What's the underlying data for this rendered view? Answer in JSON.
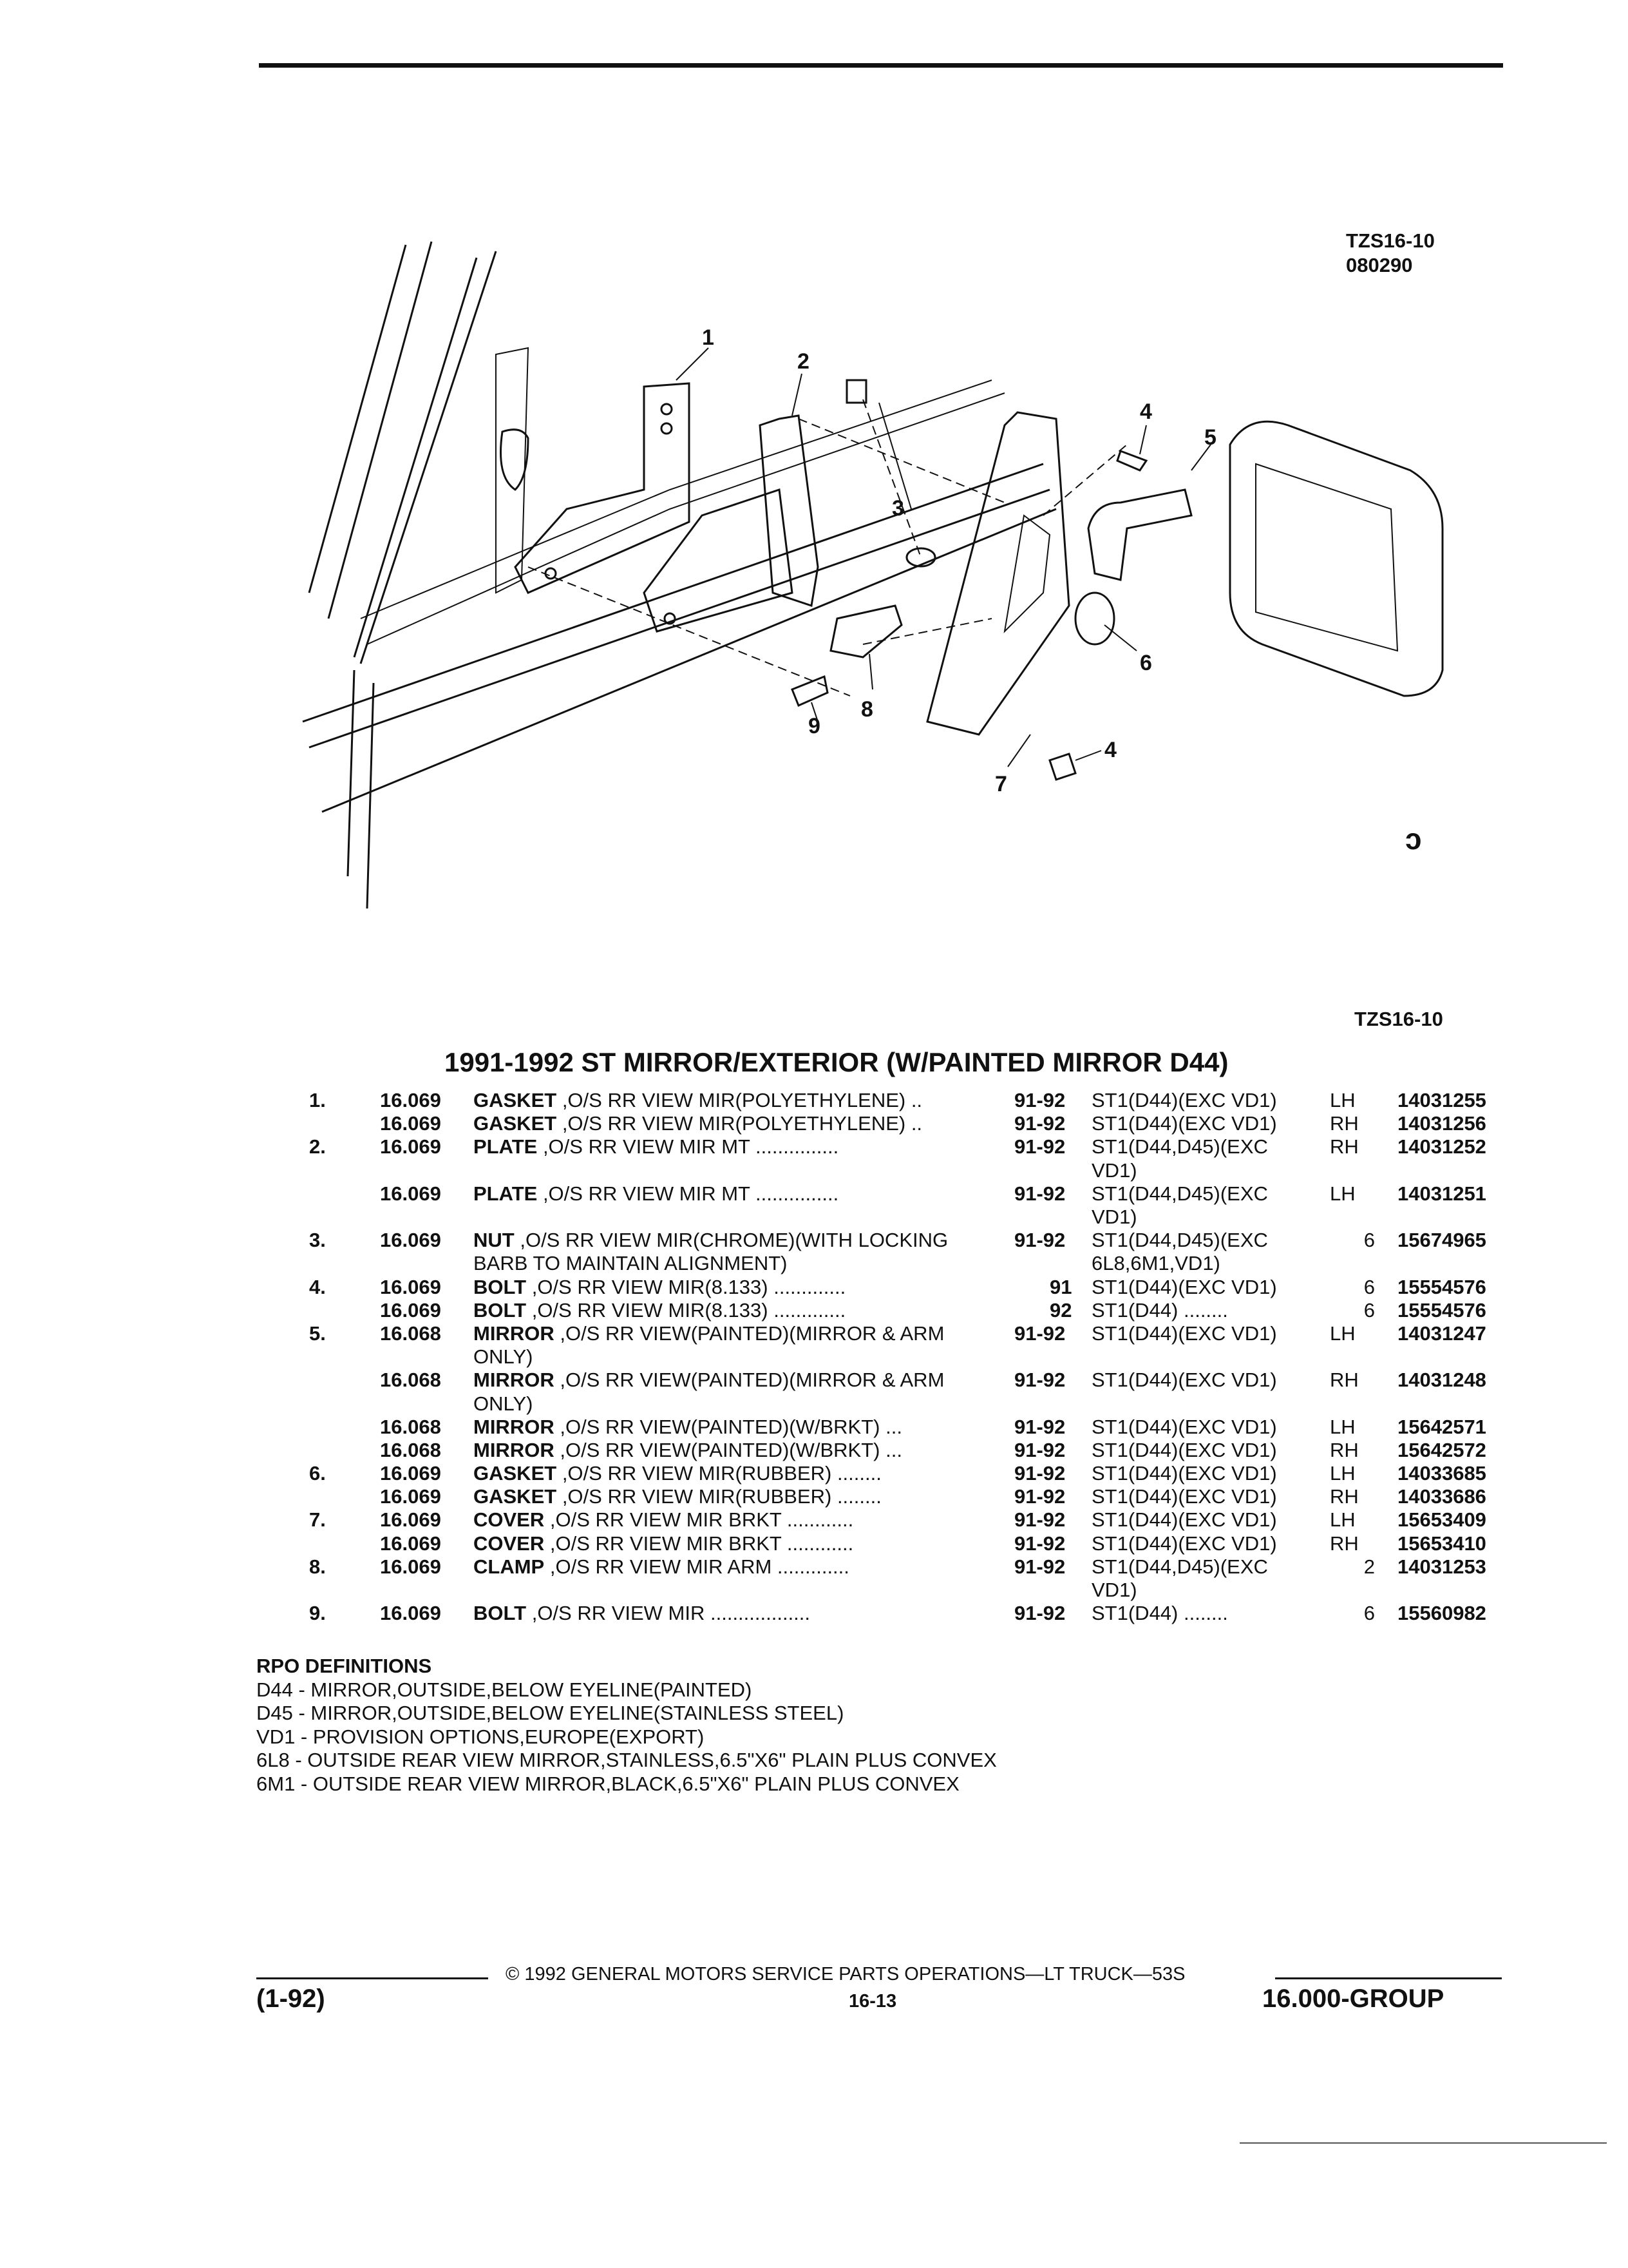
{
  "figure": {
    "ref_code": "TZS16-10",
    "ref_date": "080290",
    "callouts": [
      "1",
      "2",
      "3",
      "4",
      "5",
      "6",
      "7",
      "8",
      "9",
      "4"
    ],
    "corner_mark": "ↄ"
  },
  "section_ref": "TZS16-10",
  "title": "1991-1992 ST MIRROR/EXTERIOR (W/PAINTED MIRROR D44)",
  "parts": [
    {
      "num": "1.",
      "group": "16.069",
      "name": "GASKET",
      "desc": ",O/S RR VIEW MIR(POLYETHYLENE) ..",
      "years": "91-92",
      "model": "ST1(D44)(EXC VD1)",
      "side": "LH",
      "qty": "",
      "part": "14031255"
    },
    {
      "num": "",
      "group": "16.069",
      "name": "GASKET",
      "desc": ",O/S RR VIEW MIR(POLYETHYLENE) ..",
      "years": "91-92",
      "model": "ST1(D44)(EXC VD1)",
      "side": "RH",
      "qty": "",
      "part": "14031256"
    },
    {
      "num": "2.",
      "group": "16.069",
      "name": "PLATE",
      "desc": ",O/S RR VIEW MIR MT ...............",
      "years": "91-92",
      "model": "ST1(D44,D45)(EXC VD1)",
      "side": "RH",
      "qty": "",
      "part": "14031252"
    },
    {
      "num": "",
      "group": "16.069",
      "name": "PLATE",
      "desc": ",O/S RR VIEW MIR MT ...............",
      "years": "91-92",
      "model": "ST1(D44,D45)(EXC VD1)",
      "side": "LH",
      "qty": "",
      "part": "14031251"
    },
    {
      "num": "3.",
      "group": "16.069",
      "name": "NUT",
      "desc": ",O/S RR VIEW MIR(CHROME)(WITH LOCKING BARB TO MAINTAIN ALIGNMENT)",
      "years": "91-92",
      "model": "ST1(D44,D45)(EXC 6L8,6M1,VD1)",
      "side": "",
      "qty": "6",
      "part": "15674965"
    },
    {
      "num": "4.",
      "group": "16.069",
      "name": "BOLT",
      "desc": ",O/S RR VIEW MIR(8.133) .............",
      "years": "91",
      "model": "ST1(D44)(EXC VD1)",
      "side": "",
      "qty": "6",
      "part": "15554576"
    },
    {
      "num": "",
      "group": "16.069",
      "name": "BOLT",
      "desc": ",O/S RR VIEW MIR(8.133) .............",
      "years": "92",
      "model": "ST1(D44) ........",
      "side": "",
      "qty": "6",
      "part": "15554576"
    },
    {
      "num": "5.",
      "group": "16.068",
      "name": "MIRROR",
      "desc": ",O/S RR VIEW(PAINTED)(MIRROR & ARM ONLY)",
      "years": "91-92",
      "model": "ST1(D44)(EXC VD1)",
      "side": "LH",
      "qty": "",
      "part": "14031247"
    },
    {
      "num": "",
      "group": "16.068",
      "name": "MIRROR",
      "desc": ",O/S RR VIEW(PAINTED)(MIRROR & ARM ONLY)",
      "years": "91-92",
      "model": "ST1(D44)(EXC VD1)",
      "side": "RH",
      "qty": "",
      "part": "14031248"
    },
    {
      "num": "",
      "group": "16.068",
      "name": "MIRROR",
      "desc": ",O/S RR VIEW(PAINTED)(W/BRKT) ...",
      "years": "91-92",
      "model": "ST1(D44)(EXC VD1)",
      "side": "LH",
      "qty": "",
      "part": "15642571"
    },
    {
      "num": "",
      "group": "16.068",
      "name": "MIRROR",
      "desc": ",O/S RR VIEW(PAINTED)(W/BRKT) ...",
      "years": "91-92",
      "model": "ST1(D44)(EXC VD1)",
      "side": "RH",
      "qty": "",
      "part": "15642572"
    },
    {
      "num": "6.",
      "group": "16.069",
      "name": "GASKET",
      "desc": ",O/S RR VIEW MIR(RUBBER) ........",
      "years": "91-92",
      "model": "ST1(D44)(EXC VD1)",
      "side": "LH",
      "qty": "",
      "part": "14033685"
    },
    {
      "num": "",
      "group": "16.069",
      "name": "GASKET",
      "desc": ",O/S RR VIEW MIR(RUBBER) ........",
      "years": "91-92",
      "model": "ST1(D44)(EXC VD1)",
      "side": "RH",
      "qty": "",
      "part": "14033686"
    },
    {
      "num": "7.",
      "group": "16.069",
      "name": "COVER",
      "desc": ",O/S RR VIEW MIR BRKT ............",
      "years": "91-92",
      "model": "ST1(D44)(EXC VD1)",
      "side": "LH",
      "qty": "",
      "part": "15653409"
    },
    {
      "num": "",
      "group": "16.069",
      "name": "COVER",
      "desc": ",O/S RR VIEW MIR BRKT ............",
      "years": "91-92",
      "model": "ST1(D44)(EXC VD1)",
      "side": "RH",
      "qty": "",
      "part": "15653410"
    },
    {
      "num": "8.",
      "group": "16.069",
      "name": "CLAMP",
      "desc": ",O/S RR VIEW MIR ARM .............",
      "years": "91-92",
      "model": "ST1(D44,D45)(EXC VD1)",
      "side": "",
      "qty": "2",
      "part": "14031253"
    },
    {
      "num": "9.",
      "group": "16.069",
      "name": "BOLT",
      "desc": ",O/S RR VIEW MIR ..................",
      "years": "91-92",
      "model": "ST1(D44) ........",
      "side": "",
      "qty": "6",
      "part": "15560982"
    }
  ],
  "rpo": {
    "heading": "RPO DEFINITIONS",
    "lines": [
      "D44 - MIRROR,OUTSIDE,BELOW EYELINE(PAINTED)",
      "D45 - MIRROR,OUTSIDE,BELOW EYELINE(STAINLESS STEEL)",
      "VD1 - PROVISION OPTIONS,EUROPE(EXPORT)",
      "6L8 - OUTSIDE REAR VIEW MIRROR,STAINLESS,6.5\"X6\" PLAIN PLUS CONVEX",
      "6M1 - OUTSIDE REAR VIEW MIRROR,BLACK,6.5\"X6\" PLAIN PLUS CONVEX"
    ]
  },
  "footer": {
    "copyright": "© 1992 GENERAL MOTORS SERVICE PARTS OPERATIONS—LT TRUCK—53S",
    "date_code": "(1-92)",
    "page": "16-13",
    "group": "16.000-GROUP"
  }
}
